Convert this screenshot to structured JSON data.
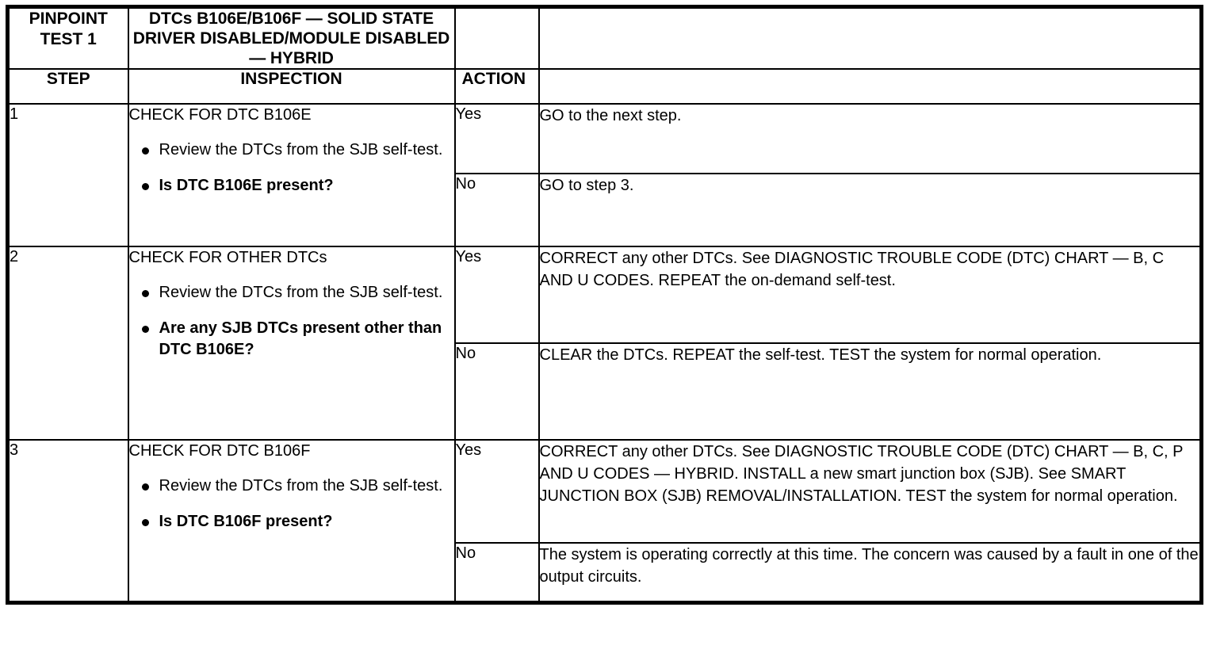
{
  "header": {
    "pinpoint_label": "PINPOINT\nTEST 1",
    "pinpoint_line1": "PINPOINT",
    "pinpoint_line2": "TEST 1",
    "title": "DTCs B106E/B106F — SOLID STATE DRIVER DISABLED/MODULE DISABLED — HYBRID",
    "col_step": "STEP",
    "col_inspection": "INSPECTION",
    "col_action": "ACTION",
    "col_detail": ""
  },
  "steps": [
    {
      "number": "1",
      "inspection_heading": "CHECK FOR DTC B106E",
      "bullets": [
        {
          "text": "Review the DTCs from the SJB self-test.",
          "bold": false
        },
        {
          "text": "Is DTC B106E present?",
          "bold": true
        }
      ],
      "outcomes": [
        {
          "action": "Yes",
          "detail": "GO to the next step."
        },
        {
          "action": "No",
          "detail": "GO to step 3."
        }
      ]
    },
    {
      "number": "2",
      "inspection_heading": "CHECK FOR OTHER DTCs",
      "bullets": [
        {
          "text": "Review the DTCs from the SJB self-test.",
          "bold": false
        },
        {
          "text": "Are any SJB DTCs present other than DTC B106E?",
          "bold": true
        }
      ],
      "outcomes": [
        {
          "action": "Yes",
          "detail": "CORRECT any other DTCs. See DIAGNOSTIC TROUBLE CODE (DTC) CHART — B, C AND U CODES. REPEAT the on-demand self-test."
        },
        {
          "action": "No",
          "detail": "CLEAR the DTCs. REPEAT the self-test. TEST the system for normal operation."
        }
      ]
    },
    {
      "number": "3",
      "inspection_heading": "CHECK FOR DTC B106F",
      "bullets": [
        {
          "text": "Review the DTCs from the SJB self-test.",
          "bold": false
        },
        {
          "text": "Is DTC B106F present?",
          "bold": true
        }
      ],
      "outcomes": [
        {
          "action": "Yes",
          "detail": "CORRECT any other DTCs. See DIAGNOSTIC TROUBLE CODE (DTC) CHART — B, C, P AND U CODES — HYBRID. INSTALL a new smart junction box (SJB). See SMART JUNCTION BOX (SJB) REMOVAL/INSTALLATION. TEST the system for normal operation."
        },
        {
          "action": "No",
          "detail": "The system is operating correctly at this time. The concern was caused by a fault in one of the output circuits."
        }
      ]
    }
  ],
  "colors": {
    "border": "#000000",
    "text": "#000000",
    "background": "#ffffff"
  }
}
